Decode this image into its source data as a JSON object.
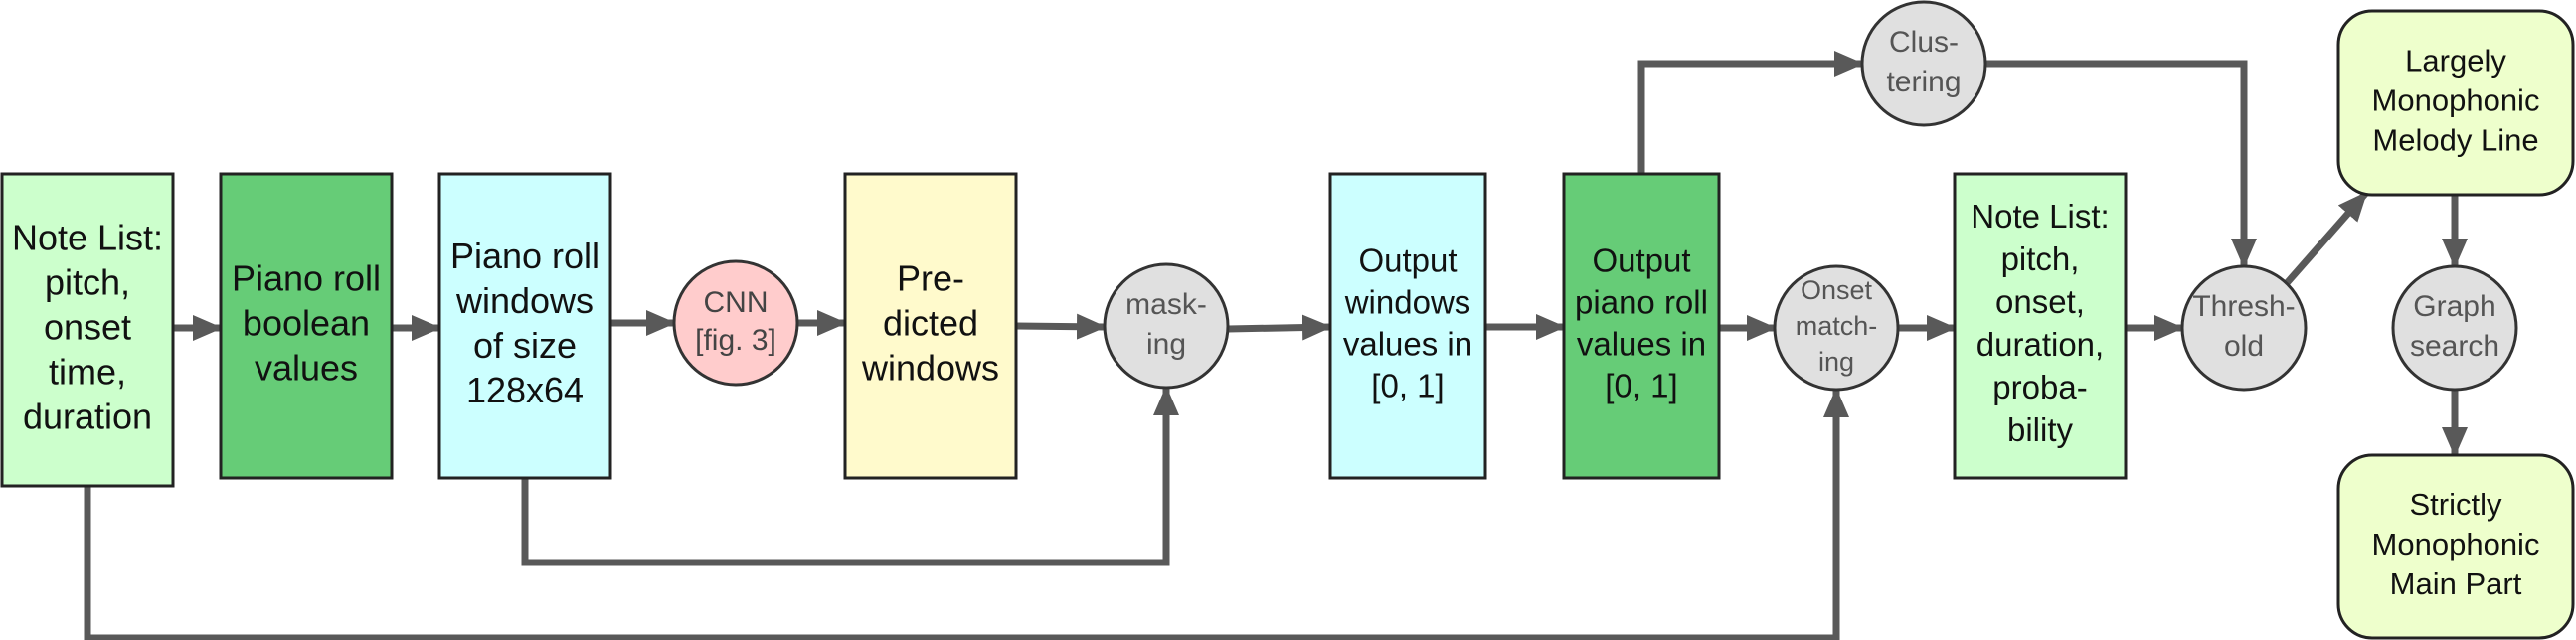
{
  "colors": {
    "light_green": "#ccffcc",
    "green": "#66cc77",
    "cyan": "#ccffff",
    "yellow": "#fffacc",
    "pink": "#ffcccc",
    "gray": "#e0e0e0",
    "lime": "#eeffcc",
    "edge": "#595959"
  },
  "nodes": [
    {
      "id": "note-list-input",
      "lines": [
        "Note List:",
        "pitch,",
        "onset",
        "time,",
        "duration"
      ],
      "shape": "rect",
      "color": "light_green"
    },
    {
      "id": "piano-roll-boolean",
      "lines": [
        "Piano roll",
        "boolean",
        "values"
      ],
      "shape": "rect",
      "color": "green"
    },
    {
      "id": "piano-roll-windows",
      "lines": [
        "Piano roll",
        "windows",
        "of size",
        "128x64"
      ],
      "shape": "rect",
      "color": "cyan"
    },
    {
      "id": "cnn",
      "lines": [
        "CNN",
        "[fig. 3]"
      ],
      "shape": "circle",
      "color": "pink"
    },
    {
      "id": "predicted-windows",
      "lines": [
        "Pre-",
        "dicted",
        "windows"
      ],
      "shape": "rect",
      "color": "yellow"
    },
    {
      "id": "masking",
      "lines": [
        "mask-",
        "ing"
      ],
      "shape": "circle",
      "color": "gray"
    },
    {
      "id": "output-windows",
      "lines": [
        "Output",
        "windows",
        "values in",
        "[0, 1]"
      ],
      "shape": "rect",
      "color": "cyan"
    },
    {
      "id": "output-piano-roll",
      "lines": [
        "Output",
        "piano roll",
        "values in",
        "[0, 1]"
      ],
      "shape": "rect",
      "color": "green"
    },
    {
      "id": "clustering",
      "lines": [
        "Clus-",
        "tering"
      ],
      "shape": "circle",
      "color": "gray"
    },
    {
      "id": "onset-matching",
      "lines": [
        "Onset",
        "match-",
        "ing"
      ],
      "shape": "circle",
      "color": "gray"
    },
    {
      "id": "note-list-output",
      "lines": [
        "Note List:",
        "pitch,",
        "onset,",
        "duration,",
        "proba-",
        "bility"
      ],
      "shape": "rect",
      "color": "light_green"
    },
    {
      "id": "threshold",
      "lines": [
        "Thresh-",
        "old"
      ],
      "shape": "circle",
      "color": "gray"
    },
    {
      "id": "melody-line",
      "lines": [
        "Largely",
        "Monophonic",
        "Melody Line"
      ],
      "shape": "rounded",
      "color": "lime"
    },
    {
      "id": "graph-search",
      "lines": [
        "Graph",
        "search"
      ],
      "shape": "circle",
      "color": "gray"
    },
    {
      "id": "main-part",
      "lines": [
        "Strictly",
        "Monophonic",
        "Main Part"
      ],
      "shape": "rounded",
      "color": "lime"
    }
  ],
  "edges": [
    {
      "from": "note-list-input",
      "to": "piano-roll-boolean"
    },
    {
      "from": "piano-roll-boolean",
      "to": "piano-roll-windows"
    },
    {
      "from": "piano-roll-windows",
      "to": "cnn"
    },
    {
      "from": "cnn",
      "to": "predicted-windows"
    },
    {
      "from": "predicted-windows",
      "to": "masking"
    },
    {
      "from": "piano-roll-windows",
      "to": "masking"
    },
    {
      "from": "masking",
      "to": "output-windows"
    },
    {
      "from": "output-windows",
      "to": "output-piano-roll"
    },
    {
      "from": "output-piano-roll",
      "to": "clustering"
    },
    {
      "from": "output-piano-roll",
      "to": "onset-matching"
    },
    {
      "from": "note-list-input",
      "to": "onset-matching"
    },
    {
      "from": "clustering",
      "to": "threshold"
    },
    {
      "from": "onset-matching",
      "to": "note-list-output"
    },
    {
      "from": "note-list-output",
      "to": "threshold"
    },
    {
      "from": "threshold",
      "to": "melody-line"
    },
    {
      "from": "melody-line",
      "to": "graph-search"
    },
    {
      "from": "graph-search",
      "to": "main-part"
    }
  ]
}
